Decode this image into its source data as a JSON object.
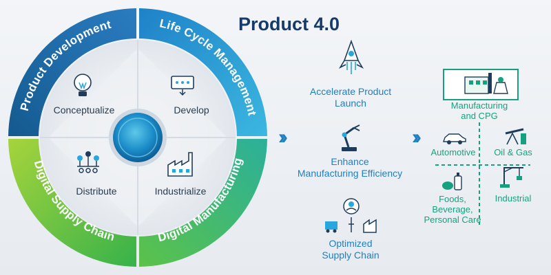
{
  "title": "Product 4.0",
  "wheel": {
    "ring": {
      "top_left": "Product Development",
      "top_right": "Life Cycle Management",
      "bottom_left": "Digital Supply Chain",
      "bottom_right": "Digital Manufacturing"
    },
    "quadrants": {
      "top_left": "Conceptualize",
      "top_right": "Develop",
      "bottom_left": "Distribute",
      "bottom_right": "Industrialize"
    },
    "icons": {
      "top_left": "lightbulb-icon",
      "top_right": "circuit-board-icon",
      "bottom_left": "network-icon",
      "bottom_right": "factory-icon"
    }
  },
  "benefits": [
    {
      "icon": "rocket-icon",
      "line1": "Accelerate Product",
      "line2": "Launch"
    },
    {
      "icon": "robot-arm-icon",
      "line1": "Enhance",
      "line2": "Manufacturing Efficiency"
    },
    {
      "icon": "supply-chain-icon",
      "line1": "Optimized",
      "line2": "Supply Chain"
    }
  ],
  "industries": {
    "featured": {
      "icon": "factory-cpg-icon",
      "line1": "Manufacturing",
      "line2": "and CPG"
    },
    "automotive": {
      "icon": "car-icon",
      "label": "Automotive"
    },
    "oil_gas": {
      "icon": "oil-pump-icon",
      "label": "Oil & Gas"
    },
    "foods": {
      "icon": "food-icon",
      "line1": "Foods,",
      "line2": "Beverage,",
      "line3": "Personal Care"
    },
    "industrial": {
      "icon": "crane-icon",
      "label": "Industrial"
    }
  },
  "colors": {
    "title": "#163b6b",
    "ring_top": "#1f6fa8",
    "ring_right": "#33a9d8",
    "ring_bottom": "#5fbf4a",
    "accent_blue": "#1c7fc3",
    "accent_green": "#14a37f"
  }
}
